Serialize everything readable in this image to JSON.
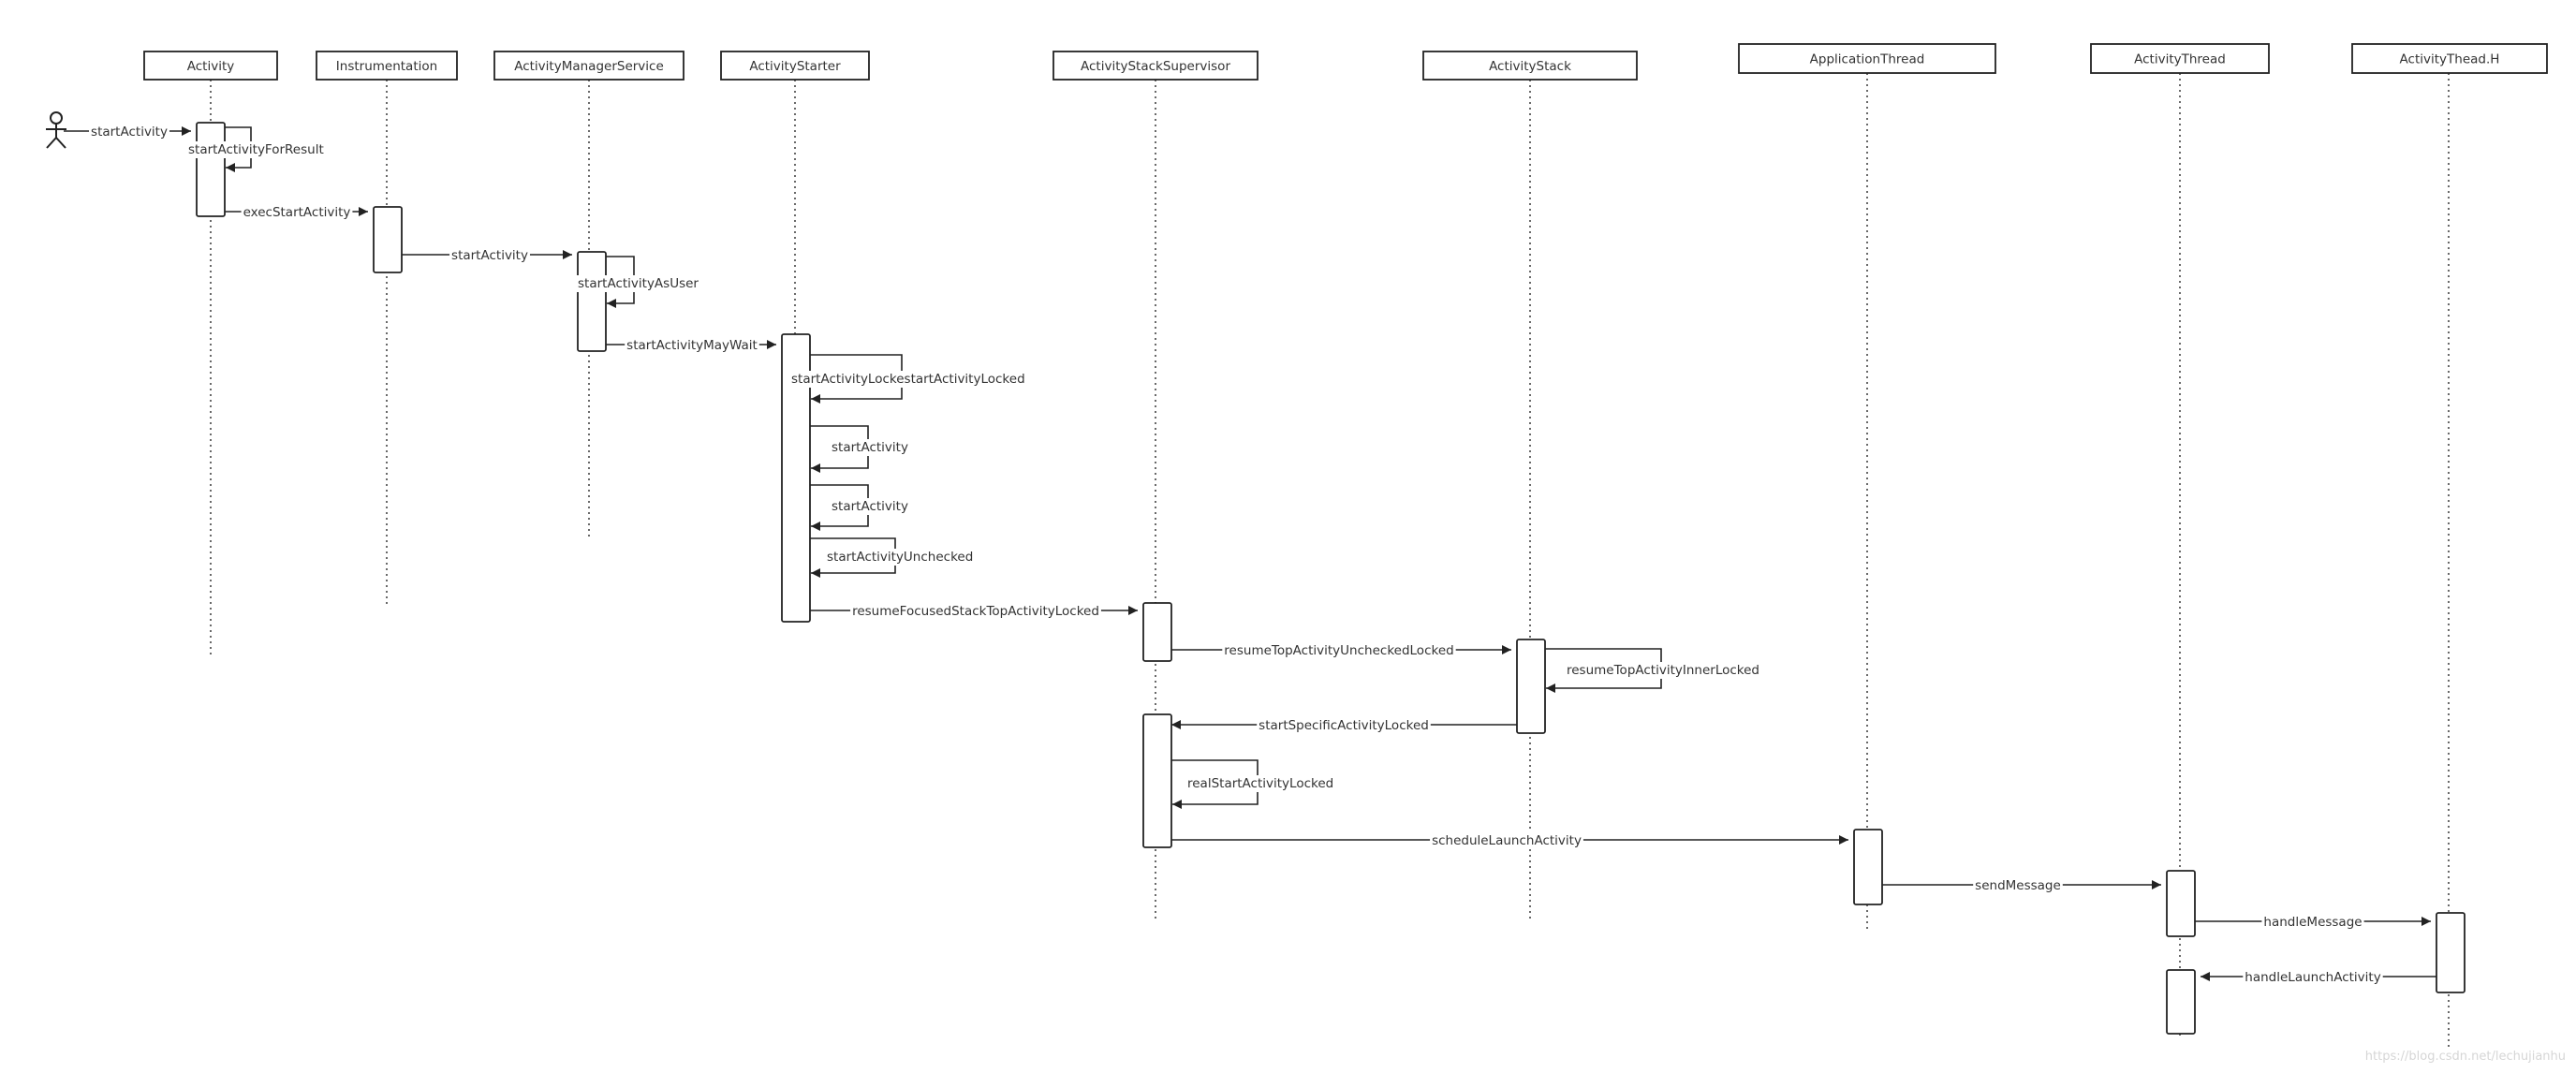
{
  "lifelines": [
    {
      "id": "activity",
      "label": "Activity"
    },
    {
      "id": "instrumentation",
      "label": "Instrumentation"
    },
    {
      "id": "ams",
      "label": "ActivityManagerService"
    },
    {
      "id": "starter",
      "label": "ActivityStarter"
    },
    {
      "id": "supervisor",
      "label": "ActivityStackSupervisor"
    },
    {
      "id": "stack",
      "label": "ActivityStack"
    },
    {
      "id": "appthread",
      "label": "ApplicationThread"
    },
    {
      "id": "actthread",
      "label": "ActivityThread"
    },
    {
      "id": "handler",
      "label": "ActivityThead.H"
    }
  ],
  "messages": [
    {
      "id": "m1",
      "label": "startActivity",
      "from": "user",
      "to": "activity"
    },
    {
      "id": "m2",
      "label": "startActivityForResult",
      "from": "activity",
      "to": "activity"
    },
    {
      "id": "m3",
      "label": "execStartActivity",
      "from": "activity",
      "to": "instrumentation"
    },
    {
      "id": "m4",
      "label": "startActivity",
      "from": "instrumentation",
      "to": "ams"
    },
    {
      "id": "m5",
      "label": "startActivityAsUser",
      "from": "ams",
      "to": "ams"
    },
    {
      "id": "m6",
      "label": "startActivityMayWait",
      "from": "ams",
      "to": "starter"
    },
    {
      "id": "m7",
      "label": "startActivityLockestartActivityLocked",
      "from": "starter",
      "to": "starter"
    },
    {
      "id": "m8",
      "label": "startActivity",
      "from": "starter",
      "to": "starter"
    },
    {
      "id": "m9",
      "label": "startActivity",
      "from": "starter",
      "to": "starter"
    },
    {
      "id": "m10",
      "label": "startActivityUnchecked",
      "from": "starter",
      "to": "starter"
    },
    {
      "id": "m11",
      "label": "resumeFocusedStackTopActivityLocked",
      "from": "starter",
      "to": "supervisor"
    },
    {
      "id": "m12",
      "label": "resumeTopActivityUncheckedLocked",
      "from": "supervisor",
      "to": "stack"
    },
    {
      "id": "m13",
      "label": "resumeTopActivityInnerLocked",
      "from": "stack",
      "to": "stack"
    },
    {
      "id": "m14",
      "label": "startSpecificActivityLocked",
      "from": "stack",
      "to": "supervisor"
    },
    {
      "id": "m15",
      "label": "realStartActivityLocked",
      "from": "supervisor",
      "to": "supervisor"
    },
    {
      "id": "m16",
      "label": "scheduleLaunchActivity",
      "from": "supervisor",
      "to": "appthread"
    },
    {
      "id": "m17",
      "label": "sendMessage",
      "from": "appthread",
      "to": "actthread"
    },
    {
      "id": "m18",
      "label": "handleMessage",
      "from": "actthread",
      "to": "handler"
    },
    {
      "id": "m19",
      "label": "handleLaunchActivity",
      "from": "handler",
      "to": "actthread"
    }
  ],
  "watermark": "https://blog.csdn.net/lechujianhu",
  "colors": {
    "line": "#222222",
    "text": "#333333",
    "watermark": "#d6d6d6"
  }
}
